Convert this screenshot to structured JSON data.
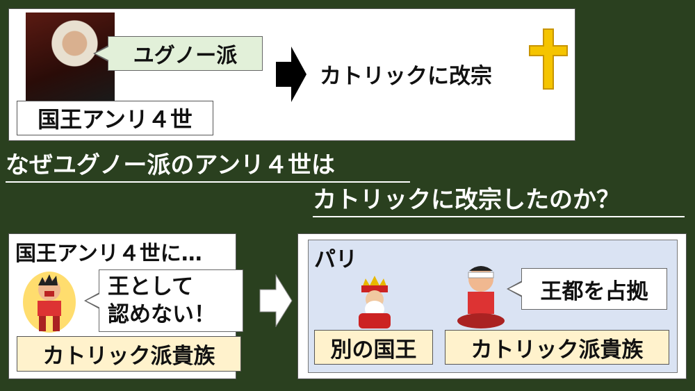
{
  "top": {
    "belief_bubble": "ユグノー派",
    "king_label": "国王アンリ４世",
    "result": "カトリックに改宗"
  },
  "question": {
    "line1": "なぜユグノー派のアンリ４世は",
    "line2": "カトリックに改宗したのか？"
  },
  "left_panel": {
    "heading": "国王アンリ４世に…",
    "speech_line1": "王として",
    "speech_line2": "認めない！",
    "label": "カトリック派貴族"
  },
  "right_panel": {
    "place": "パリ",
    "speech": "王都を占拠",
    "label_king": "別の国王",
    "label_nobles": "カトリック派貴族"
  },
  "colors": {
    "background": "#2a401f",
    "bubble_green": "#e2f0d9",
    "label_yellow": "#fff2cc",
    "paris_blue": "#dae3f3",
    "cross_gold": "#f5c400"
  }
}
